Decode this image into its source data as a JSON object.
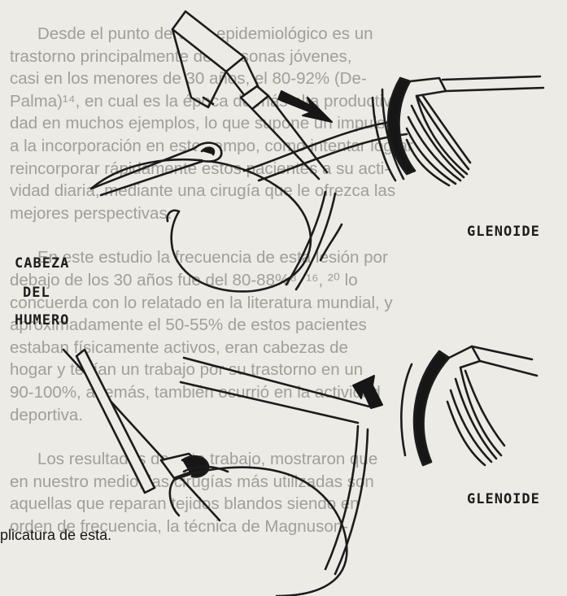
{
  "page_text": {
    "paragraphs": [
      {
        "indent": true,
        "lines": [
          "Desde el punto de vista epidemiológico es un",
          "trastorno principalmente de personas jóvenes,",
          "casi en los menores de 30 años, el 80-92% (De-",
          "Palma)¹⁴, en cual es la época de más alta productivi-",
          "dad en muchos ejemplos, lo que supone un impulso",
          "a la incorporación en este campo, como intentar lograr",
          "reincorporar rápidamente estos pacientes a su acti-",
          "vidad diaria, mediante una cirugía que le ofrezca las",
          "mejores perspectivas."
        ]
      },
      {
        "indent": true,
        "lines": [
          "En este estudio la frecuencia de esta lesión por",
          "debajo de los 30 años fue del 80-88%⁸, ¹⁶, ²⁰ lo",
          "concuerda con lo relatado en la literatura mundial, y",
          "aproximadamente el 50-55% de estos pacientes",
          "estaban físicamente activos, eran cabezas de",
          "hogar y tenían un trabajo por su trastorno en un",
          "90-100%, además, también ocurrió en la actividad",
          "deportiva."
        ]
      },
      {
        "indent": true,
        "lines": [
          "Los resultados de este trabajo, mostraron que",
          "en nuestro medio, las cirugías más utilizadas son",
          "aquellas que reparan tejidos blandos siendo en",
          "orden de frecuencia, la técnica de Magnuson-"
        ]
      }
    ]
  },
  "figure": {
    "label_glenoide_top": "GLENOIDE",
    "label_cabeza_line1": "CABEZA",
    "label_cabeza_line2": "DEL",
    "label_cabeza_line3": "HUMERO",
    "label_glenoide_bottom": "GLENOIDE"
  },
  "caption": "plicatura de esta."
}
